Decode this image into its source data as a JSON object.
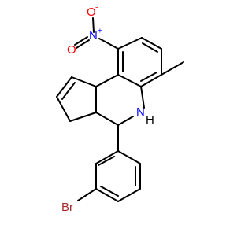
{
  "molecule": {
    "atoms": {
      "nitro_o_minus": {
        "label": "O",
        "charge": "-"
      },
      "nitro_n_plus": {
        "label": "N",
        "charge": "+"
      },
      "nitro_o_double": {
        "label": "O"
      },
      "ring_nh_n": {
        "label": "N"
      },
      "ring_nh_h": {
        "label": "H"
      },
      "bromine": {
        "label": "Br"
      }
    },
    "colors": {
      "bond": "#000000",
      "carbon": "#000000",
      "nitrogen": "#0000ff",
      "oxygen": "#ff0000",
      "bromine": "#a52a2a",
      "background": "#ffffff"
    }
  }
}
